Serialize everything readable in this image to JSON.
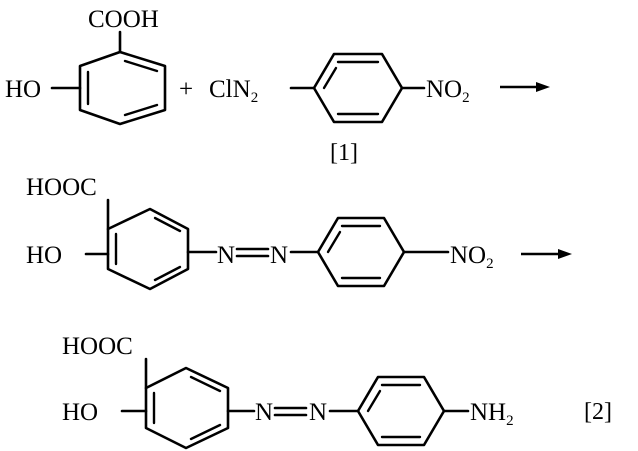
{
  "reaction1": {
    "reactant_a": {
      "cooh": "COOH",
      "ho": "HO"
    },
    "plus": "+",
    "reactant_b": {
      "prefix": "ClN",
      "prefix_sub": "2",
      "nitro": "NO",
      "nitro_sub": "2"
    },
    "label": "[1]"
  },
  "intermediate": {
    "hooc": "HOOC",
    "ho": "HO",
    "n1": "N",
    "n2": "N",
    "nitro": "NO",
    "nitro_sub": "2"
  },
  "product": {
    "hooc": "HOOC",
    "ho": "HO",
    "n1": "N",
    "n2": "N",
    "amine": "NH",
    "amine_sub": "2",
    "label": "[2]"
  }
}
